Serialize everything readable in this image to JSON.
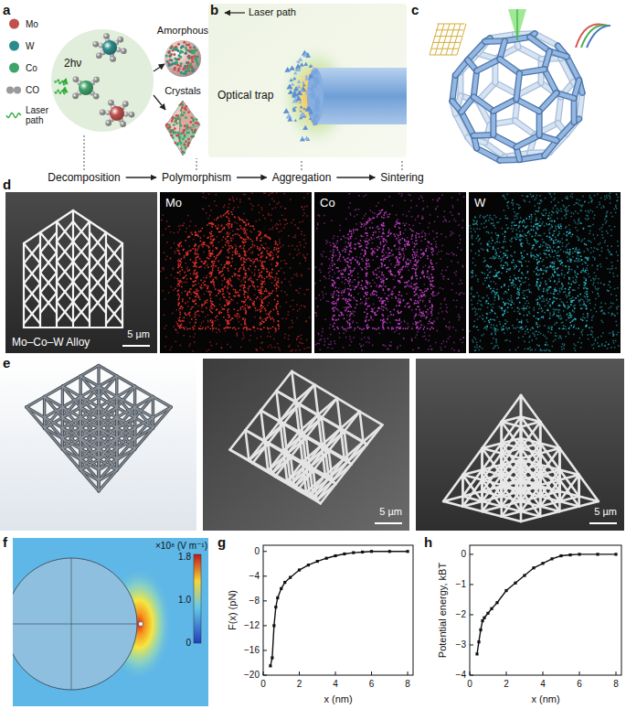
{
  "diagram": {
    "nodes": [
      {
        "text": [
          "2hν"
        ]
      },
      {
        "text": [
          "Laser path",
          "Optical trap"
        ]
      },
      {
        "text": [
          "Decomposition"
        ]
      },
      {
        "text": [
          "Polymorphism"
        ]
      },
      {
        "text": [
          "Aggregation"
        ]
      },
      {
        "text": [
          "Sintering"
        ]
      },
      {
        "text": [
          "Mo–Co–W Alloy",
          "5 µm"
        ]
      },
      {
        "text": [
          "Mo"
        ]
      },
      {
        "text": [
          "Co"
        ]
      },
      {
        "text": [
          "W"
        ]
      },
      {
        "text": [
          "5 µm"
        ]
      },
      {
        "text": [
          "5 µm"
        ]
      }
    ],
    "edges": [
      {
        "from": 2,
        "to": 3,
        "arrow": "to"
      },
      {
        "from": 3,
        "to": 4,
        "arrow": "to"
      },
      {
        "from": 4,
        "to": 5,
        "arrow": "to"
      }
    ],
    "labels": [
      "a",
      "b",
      "c",
      "d",
      "e",
      "f",
      "g",
      "h",
      "Amorphous",
      "Crystals",
      "×10⁸ (V m⁻¹)",
      "1.8",
      "1.0",
      "0",
      "F(x) (pN)",
      "0",
      "−4",
      "−8",
      "−12",
      "−16",
      "−20",
      "0",
      "2",
      "4",
      "6",
      "8",
      "x (nm)",
      "Potential energy, kBT",
      "0",
      "−1",
      "−2",
      "−3",
      "−4",
      "0",
      "2",
      "4",
      "6",
      "8",
      "x (nm)"
    ],
    "legend": [
      {
        "text": "Mo",
        "color": "#c0504d"
      },
      {
        "text": "W",
        "color": "#2e8b8b"
      },
      {
        "text": "Co",
        "color": "#3fa46a"
      },
      {
        "text": "CO",
        "color": "#9a9a9a"
      },
      {
        "text": "Laser path"
      }
    ]
  }
}
